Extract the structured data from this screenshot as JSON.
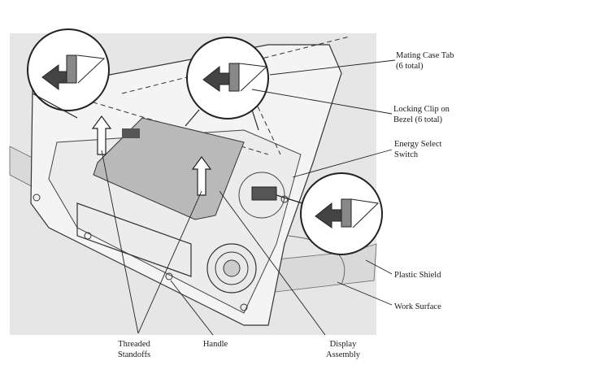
{
  "colors": {
    "background_panel": "#e6e6e6",
    "line": "#333333",
    "board": "#b9b9b9",
    "work_surface": "#d9d9d9"
  },
  "icons": [
    "arrow-up-icon",
    "arrow-left-icon",
    "magnifier-circle-icon"
  ],
  "labels": {
    "mating_case_tab": [
      "Mating Case Tab",
      "(6 total)"
    ],
    "locking_clip": [
      "Locking Clip on",
      "Bezel (6 total)"
    ],
    "energy_select": [
      "Energy Select",
      "Switch"
    ],
    "plastic_shield": [
      "Plastic Shield"
    ],
    "work_surface": [
      "Work Surface"
    ],
    "threaded_standoffs": [
      "Threaded",
      "Standoffs"
    ],
    "handle": [
      "Handle"
    ],
    "display_assembly": [
      "Display",
      "Assembly"
    ]
  }
}
